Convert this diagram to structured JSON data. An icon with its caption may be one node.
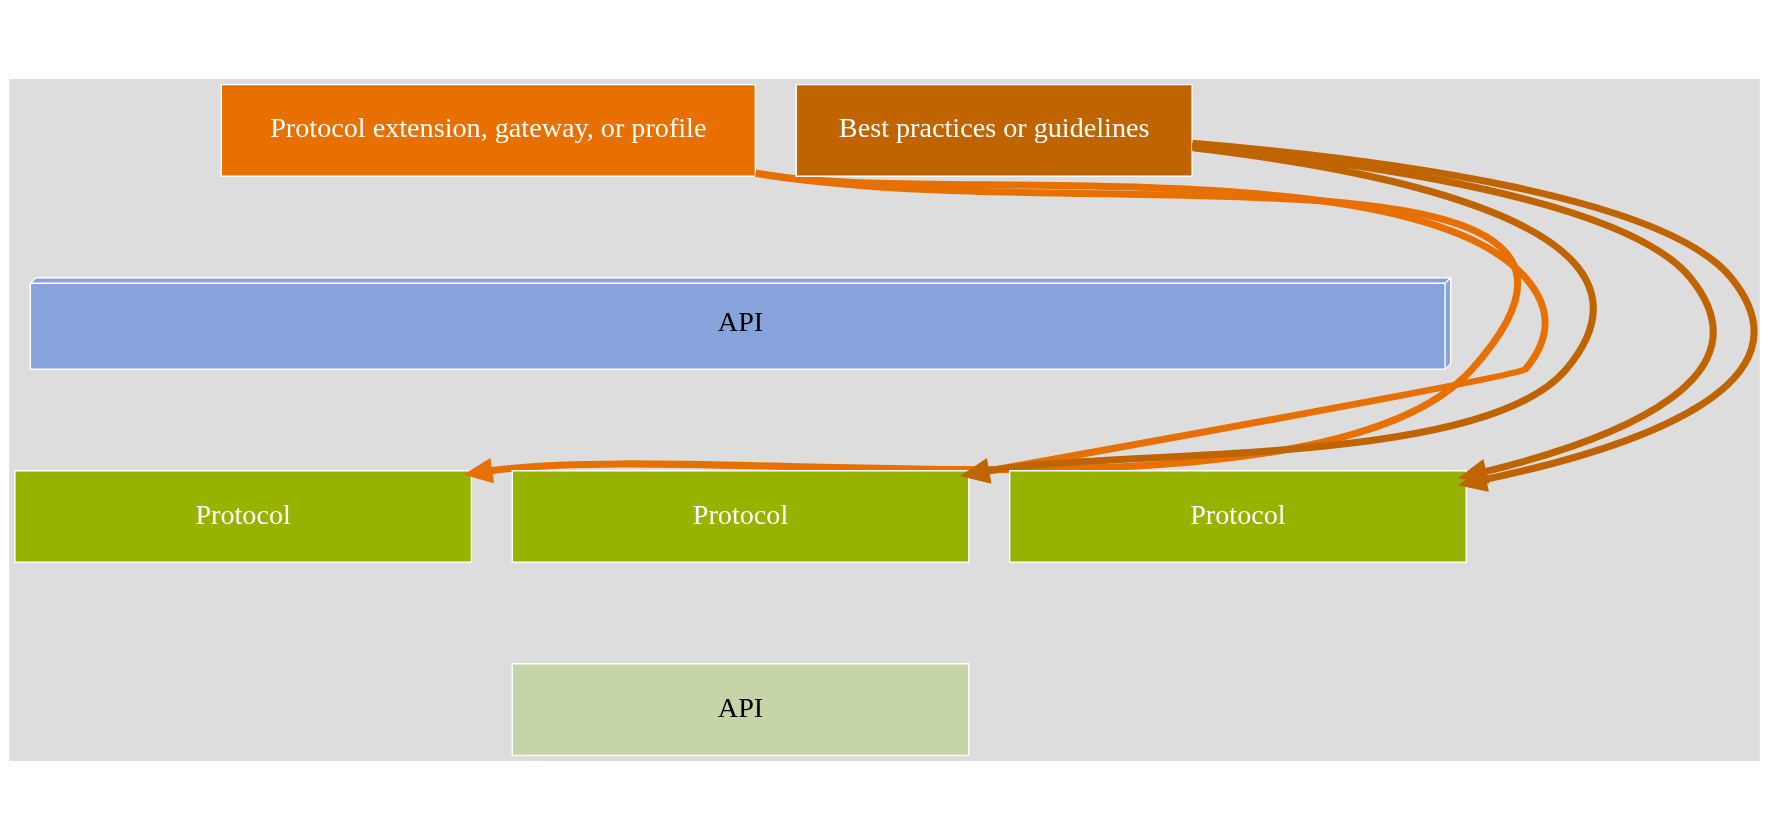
{
  "diagram": {
    "nodes": [
      {
        "text": [
          "Protocol extension, gateway, or profile"
        ]
      },
      {
        "text": [
          "Best practices or guidelines"
        ]
      },
      {
        "text": [
          "API"
        ]
      },
      {
        "text": [
          "Protocol"
        ]
      },
      {
        "text": [
          "Protocol"
        ]
      },
      {
        "text": [
          "Protocol"
        ]
      },
      {
        "text": [
          "API"
        ]
      }
    ],
    "edges": [
      {
        "from": 0,
        "to": 3,
        "arrow": "to",
        "color": "#e87000"
      },
      {
        "from": 0,
        "to": 4,
        "arrow": "to",
        "color": "#e87000"
      },
      {
        "from": 1,
        "to": 4,
        "arrow": "to"
      },
      {
        "from": 1,
        "to": 5,
        "arrow": "to"
      },
      {
        "from": 1,
        "to": 5,
        "arrow": "to"
      }
    ]
  }
}
